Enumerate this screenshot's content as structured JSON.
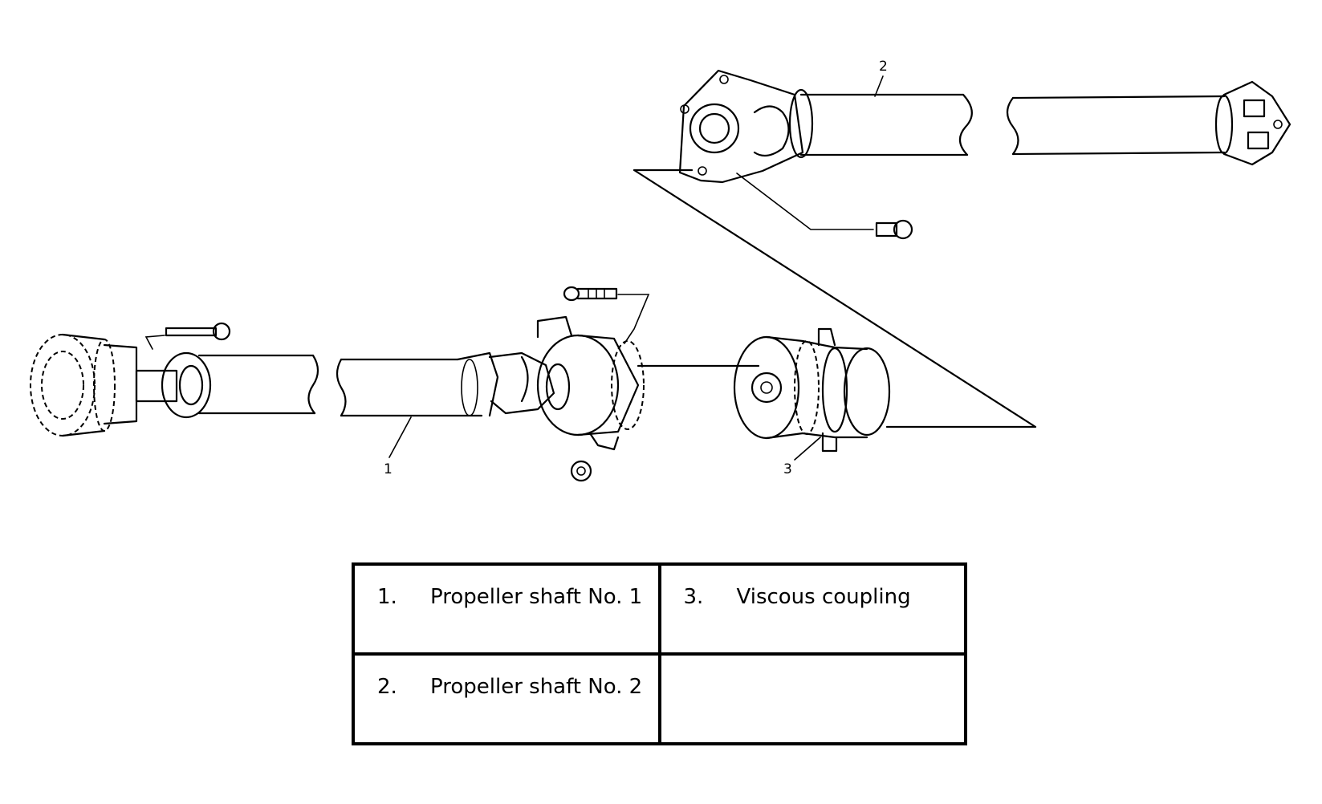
{
  "callouts": {
    "shaft1": "1",
    "shaft2": "2",
    "coupling": "3"
  },
  "legend": {
    "rows": [
      [
        {
          "num": "1.",
          "text": "Propeller shaft No. 1"
        },
        {
          "num": "3.",
          "text": "Viscous coupling"
        }
      ],
      [
        {
          "num": "2.",
          "text": "Propeller shaft No. 2"
        },
        {
          "num": "",
          "text": ""
        }
      ]
    ]
  }
}
